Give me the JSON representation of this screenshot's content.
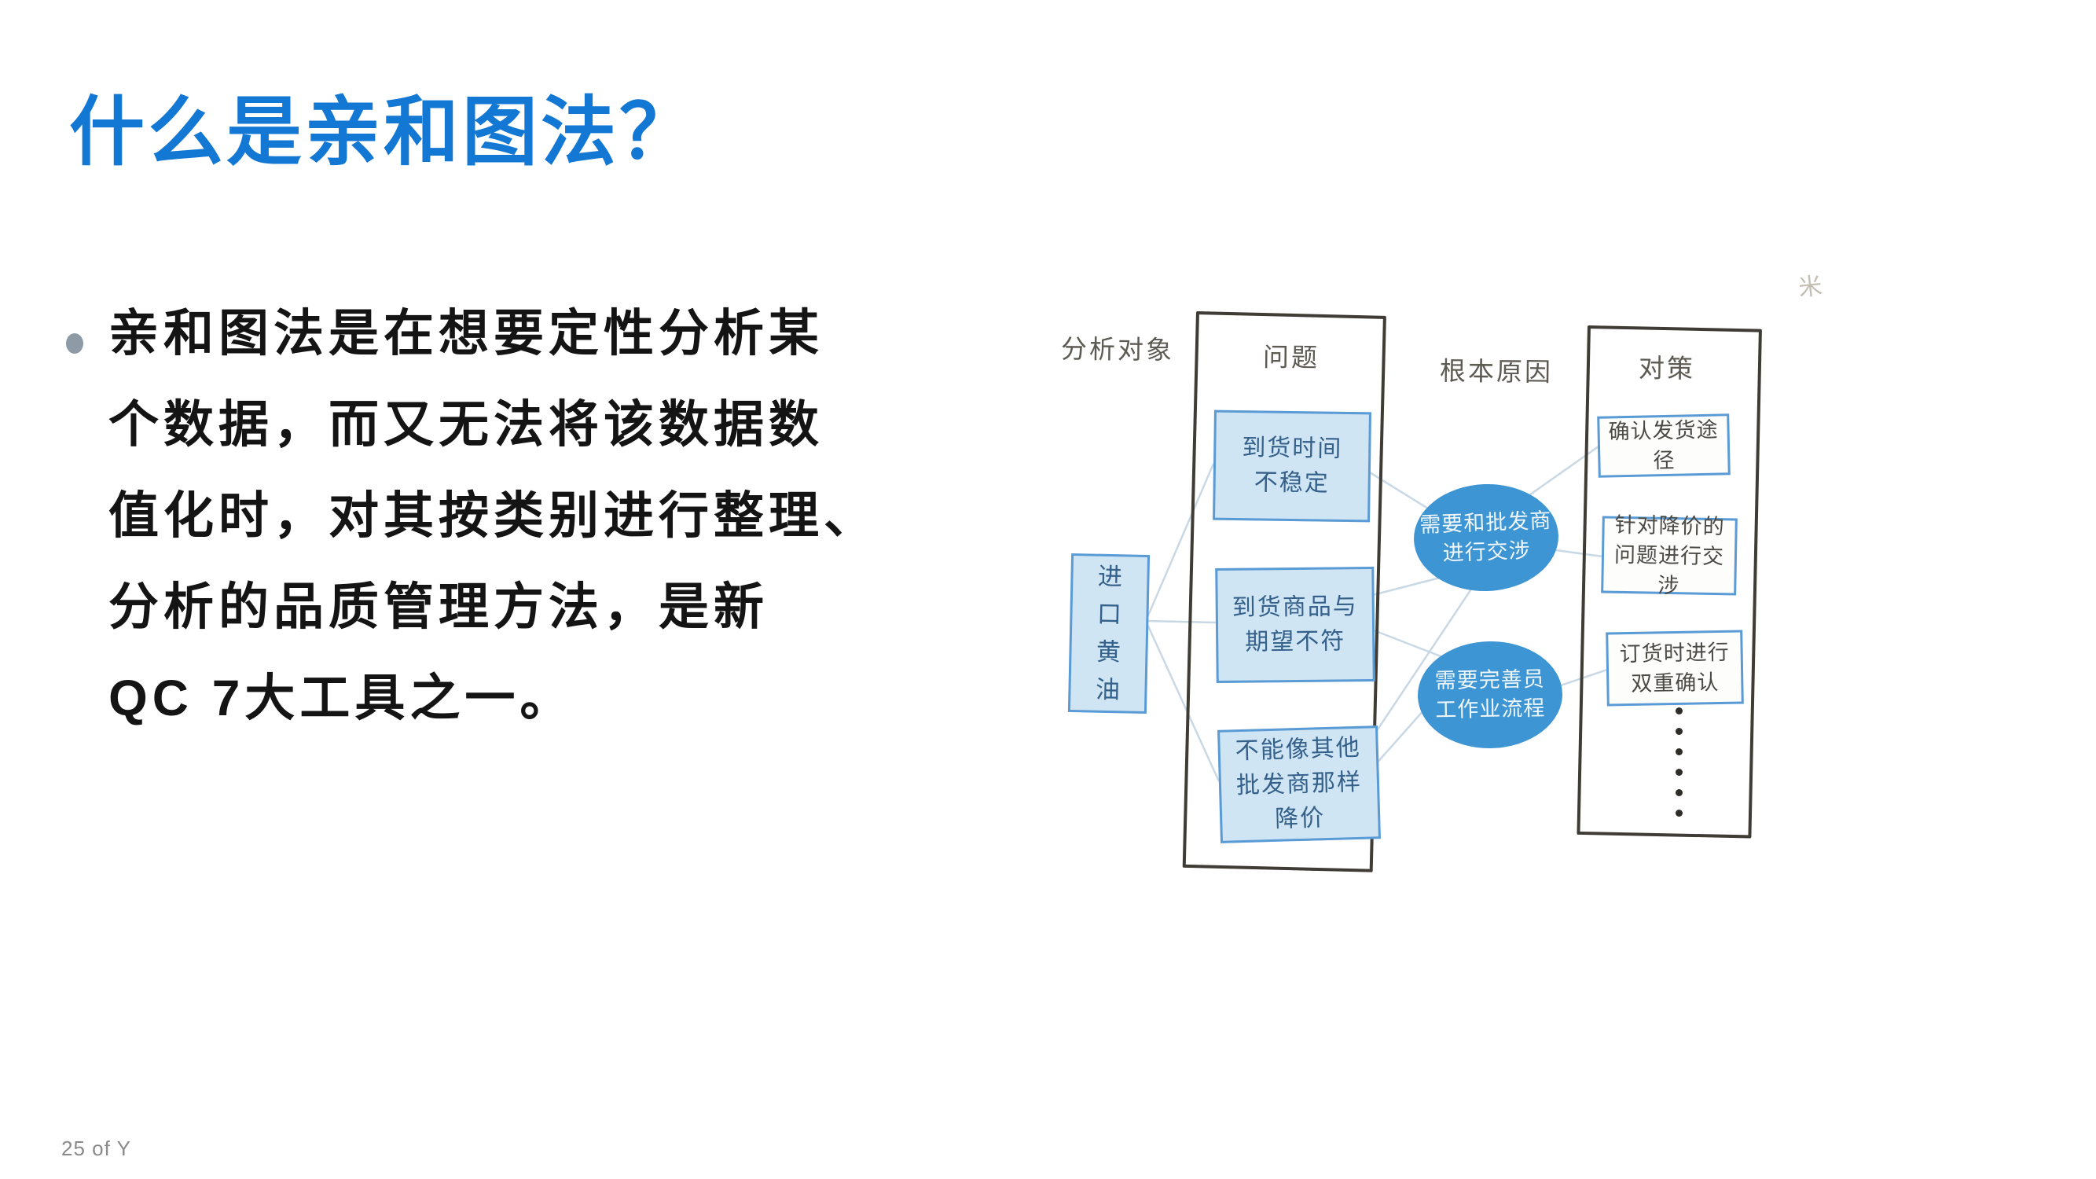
{
  "slide": {
    "title": "什么是亲和图法？",
    "body_lines": [
      "亲和图法是在想要定性分析某",
      "个数据，而又无法将该数据数",
      "值化时，对其按类别进行整理、",
      "分析的品质管理方法，是新",
      "QC 7大工具之一。"
    ],
    "footer": "25 of Y"
  },
  "diagram": {
    "column_labels": {
      "analysis_object": "分析对象",
      "problem": "问题",
      "root_cause": "根本原因",
      "countermeasure": "对策"
    },
    "source_box": "进口黄油",
    "problem_boxes": [
      "到货时间\n不稳定",
      "到货商品与\n期望不符",
      "不能像其他\n批发商那样\n降价"
    ],
    "cause_circles": [
      "需要和批发商\n进行交涉",
      "需要完善员\n工作业流程"
    ],
    "countermeasure_boxes": [
      "确认发货途径",
      "针对降价的\n问题进行交涉",
      "订货时进行\n双重确认"
    ],
    "ellipsis_dots": 6,
    "faint_mark": "米",
    "colors": {
      "title_blue": "#1377D4",
      "box_fill": "#CFE5F4",
      "box_border": "#5B9BD5",
      "circle_fill": "#3E95D3",
      "frame_border": "#3F3B35",
      "connector": "#C9D8E5",
      "footer_gray": "#8A8A8A"
    }
  }
}
